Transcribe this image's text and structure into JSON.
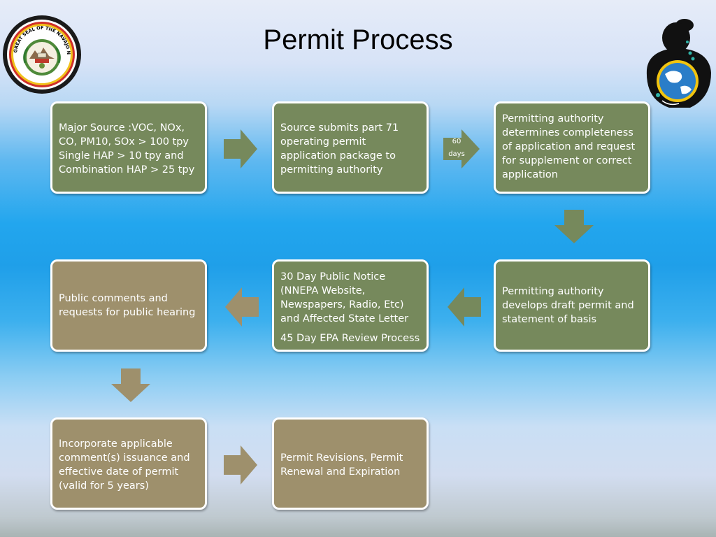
{
  "title": "Permit Process",
  "logos": {
    "left_seal_text": "GREAT SEAL OF THE NAVAJO NATION",
    "left_seal_icon": "navajo-nation-seal",
    "right_logo_icon": "woman-holding-earth"
  },
  "colors": {
    "box_green": "#76895c",
    "box_tan": "#9e906c",
    "arrow": "#76895c",
    "border": "#ffffff"
  },
  "boxes": {
    "major_source": "Major Source :VOC, NOx, CO, PM10, SOx > 100 tpy Single HAP > 10 tpy and Combination HAP > 25 tpy",
    "submit": "Source submits part 71 operating permit application package to permitting authority",
    "completeness": "Permitting authority determines completeness of application and request for supplement or correct application",
    "draft": "Permitting authority develops draft permit and statement of basis",
    "notice_line1": "30 Day Public Notice (NNEPA Website, Newspapers, Radio, Etc) and Affected State Letter",
    "notice_line2": "45 Day EPA Review Process",
    "comments": "Public comments and requests for public hearing",
    "incorporate": "Incorporate applicable comment(s) issuance and effective date of permit (valid for 5 years)",
    "revisions": "Permit Revisions, Permit Renewal and Expiration"
  },
  "arrows": {
    "submit_to_completeness_label": [
      "60",
      "days"
    ]
  }
}
